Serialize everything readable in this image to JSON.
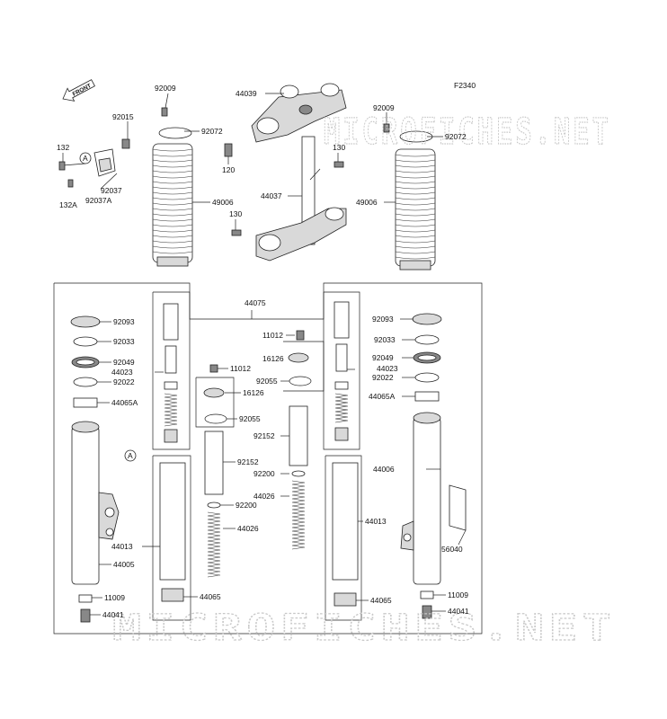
{
  "figure_code": "F2340",
  "front_arrow_text": "FRONT",
  "callout_letter": "A",
  "watermark_text": "MICROFICHES.NET",
  "labels": [
    {
      "id": "l92009a",
      "text": "92009"
    },
    {
      "id": "l44039",
      "text": "44039"
    },
    {
      "id": "l92015",
      "text": "92015"
    },
    {
      "id": "l92072a",
      "text": "92072"
    },
    {
      "id": "l92009b",
      "text": "92009"
    },
    {
      "id": "l92072b",
      "text": "92072"
    },
    {
      "id": "l132",
      "text": "132"
    },
    {
      "id": "l120",
      "text": "120"
    },
    {
      "id": "l130a",
      "text": "130"
    },
    {
      "id": "l92037",
      "text": "92037"
    },
    {
      "id": "l132A",
      "text": "132A"
    },
    {
      "id": "l92037A",
      "text": "92037A"
    },
    {
      "id": "l49006a",
      "text": "49006"
    },
    {
      "id": "l44037",
      "text": "44037"
    },
    {
      "id": "l49006b",
      "text": "49006"
    },
    {
      "id": "l130b",
      "text": "130"
    },
    {
      "id": "l44075",
      "text": "44075"
    },
    {
      "id": "l92093a",
      "text": "92093"
    },
    {
      "id": "l92093b",
      "text": "92093"
    },
    {
      "id": "l11012a",
      "text": "11012"
    },
    {
      "id": "l92033a",
      "text": "92033"
    },
    {
      "id": "l92033b",
      "text": "92033"
    },
    {
      "id": "l16126a",
      "text": "16126"
    },
    {
      "id": "l92049a",
      "text": "92049"
    },
    {
      "id": "l44023a",
      "text": "44023"
    },
    {
      "id": "l11012b",
      "text": "11012"
    },
    {
      "id": "l92049b",
      "text": "92049"
    },
    {
      "id": "l44023b",
      "text": "44023"
    },
    {
      "id": "l92055a",
      "text": "92055"
    },
    {
      "id": "l92022a",
      "text": "92022"
    },
    {
      "id": "l92022b",
      "text": "92022"
    },
    {
      "id": "l16126b",
      "text": "16126"
    },
    {
      "id": "l44065Aa",
      "text": "44065A"
    },
    {
      "id": "l44065Ab",
      "text": "44065A"
    },
    {
      "id": "l92055b",
      "text": "92055"
    },
    {
      "id": "l92152a",
      "text": "92152"
    },
    {
      "id": "l44006",
      "text": "44006"
    },
    {
      "id": "l92152b",
      "text": "92152"
    },
    {
      "id": "l92200a",
      "text": "92200"
    },
    {
      "id": "l44026a",
      "text": "44026"
    },
    {
      "id": "l92200b",
      "text": "92200"
    },
    {
      "id": "l44026b",
      "text": "44026"
    },
    {
      "id": "l44013a",
      "text": "44013"
    },
    {
      "id": "l44013b",
      "text": "44013"
    },
    {
      "id": "l56040",
      "text": "56040"
    },
    {
      "id": "l44005",
      "text": "44005"
    },
    {
      "id": "l11009a",
      "text": "11009"
    },
    {
      "id": "l44065a",
      "text": "44065"
    },
    {
      "id": "l44065b",
      "text": "44065"
    },
    {
      "id": "l11009b",
      "text": "11009"
    },
    {
      "id": "l44041a",
      "text": "44041"
    },
    {
      "id": "l44041b",
      "text": "44041"
    }
  ]
}
